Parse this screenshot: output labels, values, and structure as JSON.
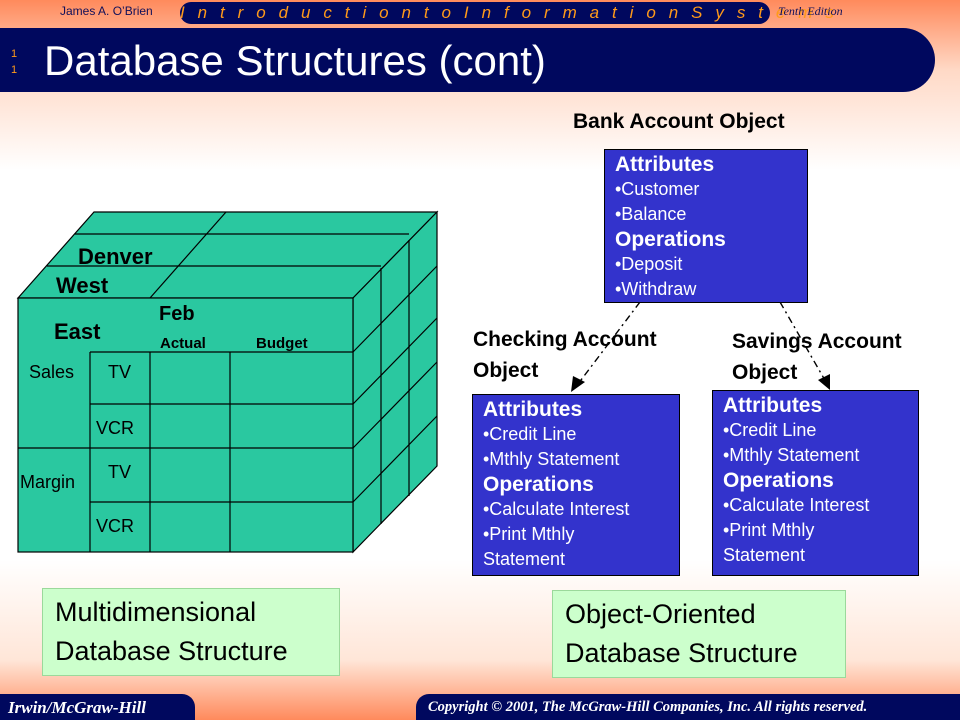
{
  "header": {
    "author": "James A. O’Brien",
    "series": "I n t r o d u c t i o n  t o  I n f o r m a t i o n  S y s t e m s",
    "edition": "Tenth Edition",
    "slide_number": "1\n1",
    "title": "Database Structures (cont)"
  },
  "footer": {
    "publisher": "Irwin/McGraw-Hill",
    "copyright": "Copyright © 2001, The McGraw-Hill Companies, Inc. All rights reserved."
  },
  "colors": {
    "navy": "#00085e",
    "accent_orange": "#ff9a1a",
    "cube_green": "#2ac8a0",
    "object_blue": "#3333cc",
    "caption_green": "#ccffcc"
  },
  "cube": {
    "regions": [
      "Denver",
      "West",
      "East"
    ],
    "month": "Feb",
    "columns": [
      "Actual",
      "Budget"
    ],
    "measures": [
      "Sales",
      "Margin"
    ],
    "products": [
      "TV",
      "VCR",
      "TV",
      "VCR"
    ],
    "caption_line1": "Multidimensional",
    "caption_line2": "Database Structure"
  },
  "oo": {
    "parent_label": "Bank Account Object",
    "parent": {
      "attributes_heading": "Attributes",
      "attributes": [
        "•Customer",
        "•Balance"
      ],
      "operations_heading": "Operations",
      "operations": [
        "•Deposit",
        "•Withdraw"
      ]
    },
    "checking_label_line1": "Checking Account",
    "checking_label_line2": "Object",
    "savings_label_line1": "Savings Account",
    "savings_label_line2": "Object",
    "child": {
      "attributes_heading": "Attributes",
      "attributes": [
        "•Credit Line",
        "•Mthly Statement"
      ],
      "operations_heading": "Operations",
      "operations": [
        "•Calculate Interest",
        "•Print Mthly",
        "Statement"
      ]
    },
    "caption_line1": "Object-Oriented",
    "caption_line2": "Database Structure"
  }
}
